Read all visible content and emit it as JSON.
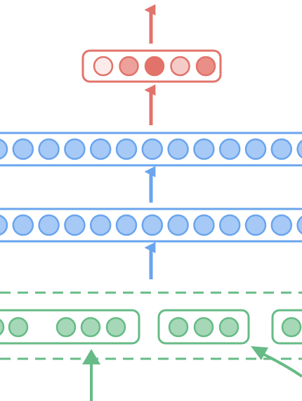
{
  "colors": {
    "output_stroke": "#e2736a",
    "output_fills": [
      "#fbeceb",
      "#eda19b",
      "#e2736a",
      "#f5cbc8",
      "#ea8f88"
    ],
    "hidden_stroke": "#6aa5ee",
    "hidden_fill": "#a7c9f6",
    "input_stroke": "#66bb86",
    "input_fill": "#a6d8b8",
    "background": "#ffffff"
  },
  "output_layer": {
    "node_count": 5
  },
  "hidden_layers": [
    {
      "node_count": 14
    },
    {
      "node_count": 14
    }
  ],
  "input_groups": [
    {
      "node_count": 5,
      "gap_after": 2
    },
    {
      "node_count": 3
    },
    {
      "node_count": 1
    }
  ]
}
